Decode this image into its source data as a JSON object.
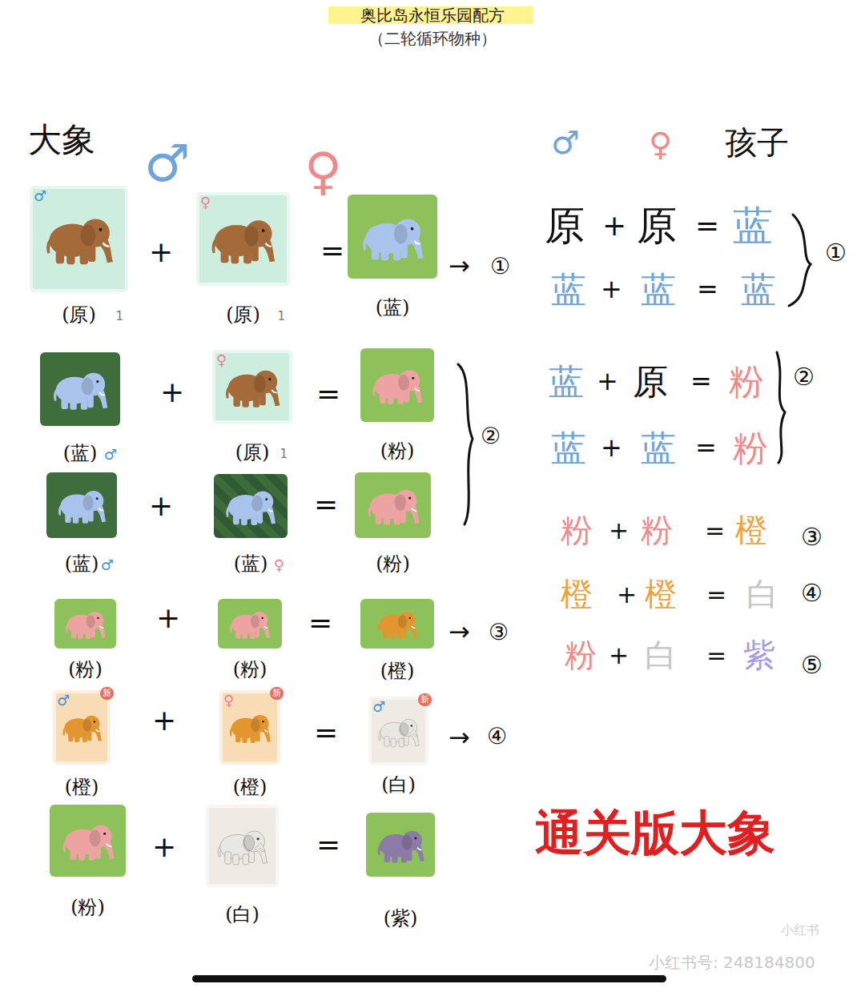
{
  "diagram": {
    "title": "奥比岛永恒乐园配方",
    "nodes": [
      {
        "text": [
          "♂",
          "1",
          "(原)"
        ]
      },
      {
        "text": [
          "♀",
          "1",
          "(原)"
        ]
      },
      {
        "text": [
          "(蓝)"
        ]
      },
      {
        "text": [
          "♂",
          "(蓝)"
        ]
      },
      {
        "text": [
          "♀",
          "1",
          "(原)"
        ]
      },
      {
        "text": [
          "(粉)"
        ]
      },
      {
        "text": [
          "♂",
          "(蓝)"
        ]
      },
      {
        "text": [
          "♀",
          "(蓝)"
        ]
      },
      {
        "text": [
          "(粉)"
        ]
      },
      {
        "text": [
          "(粉)"
        ]
      },
      {
        "text": [
          "(粉)"
        ]
      },
      {
        "text": [
          "(橙)"
        ]
      },
      {
        "text": [
          "♂",
          "新",
          "(橙)"
        ]
      },
      {
        "text": [
          "♀",
          "新",
          "(橙)"
        ]
      },
      {
        "text": [
          "♂",
          "新",
          "(白)"
        ]
      },
      {
        "text": [
          "(粉)"
        ]
      },
      {
        "text": [
          "(白)"
        ]
      },
      {
        "text": [
          "(紫)"
        ]
      }
    ],
    "labels": [
      "（二轮循环物种）",
      "大象",
      "♂",
      "♀",
      "+",
      "=",
      "→",
      "①",
      "+",
      "=",
      "②",
      "+",
      "=",
      "+",
      "=",
      "→",
      "③",
      "+",
      "=",
      "→",
      "④",
      "+",
      "=",
      "♂",
      "♀",
      "孩子",
      "原",
      "+",
      "原",
      "=",
      "蓝",
      "蓝",
      "+",
      "蓝",
      "=",
      "蓝",
      "①",
      "蓝",
      "+",
      "原",
      "=",
      "粉",
      "蓝",
      "+",
      "蓝",
      "=",
      "粉",
      "②",
      "粉",
      "+",
      "粉",
      "=",
      "橙",
      "③",
      "橙",
      "+",
      "橙",
      "=",
      "白",
      "④",
      "粉",
      "+",
      "白",
      "=",
      "紫",
      "⑤",
      "通关版大象",
      "小红书",
      "小红书号: 248184800"
    ]
  }
}
